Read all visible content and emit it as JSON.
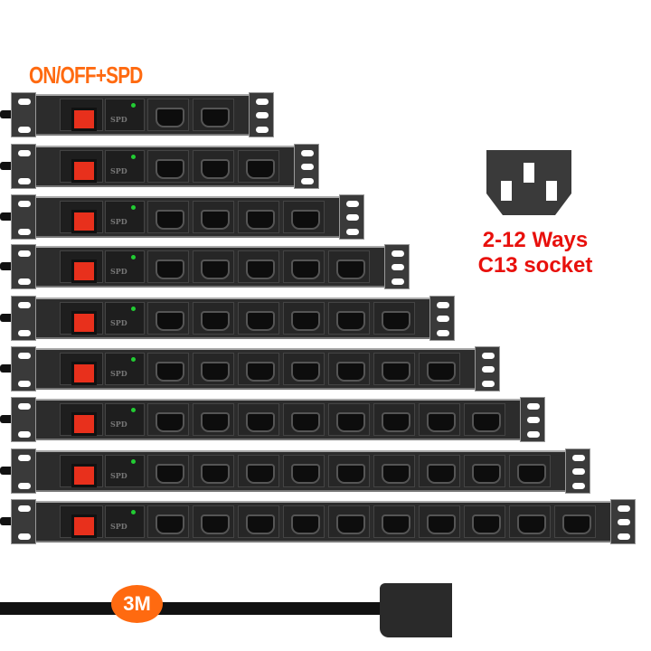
{
  "header": {
    "title": "ON/OFF+SPD"
  },
  "strips": {
    "socket_counts": [
      2,
      3,
      4,
      5,
      6,
      7,
      8,
      9,
      10
    ],
    "spd_label": "SPD",
    "switch_color": "#e8301c",
    "led_color": "#22cc33"
  },
  "callout": {
    "line1": "2-12 Ways",
    "line2": "C13 socket",
    "color": "#e8100c"
  },
  "cable": {
    "length_label": "3M",
    "badge_color": "#ff6a10"
  }
}
